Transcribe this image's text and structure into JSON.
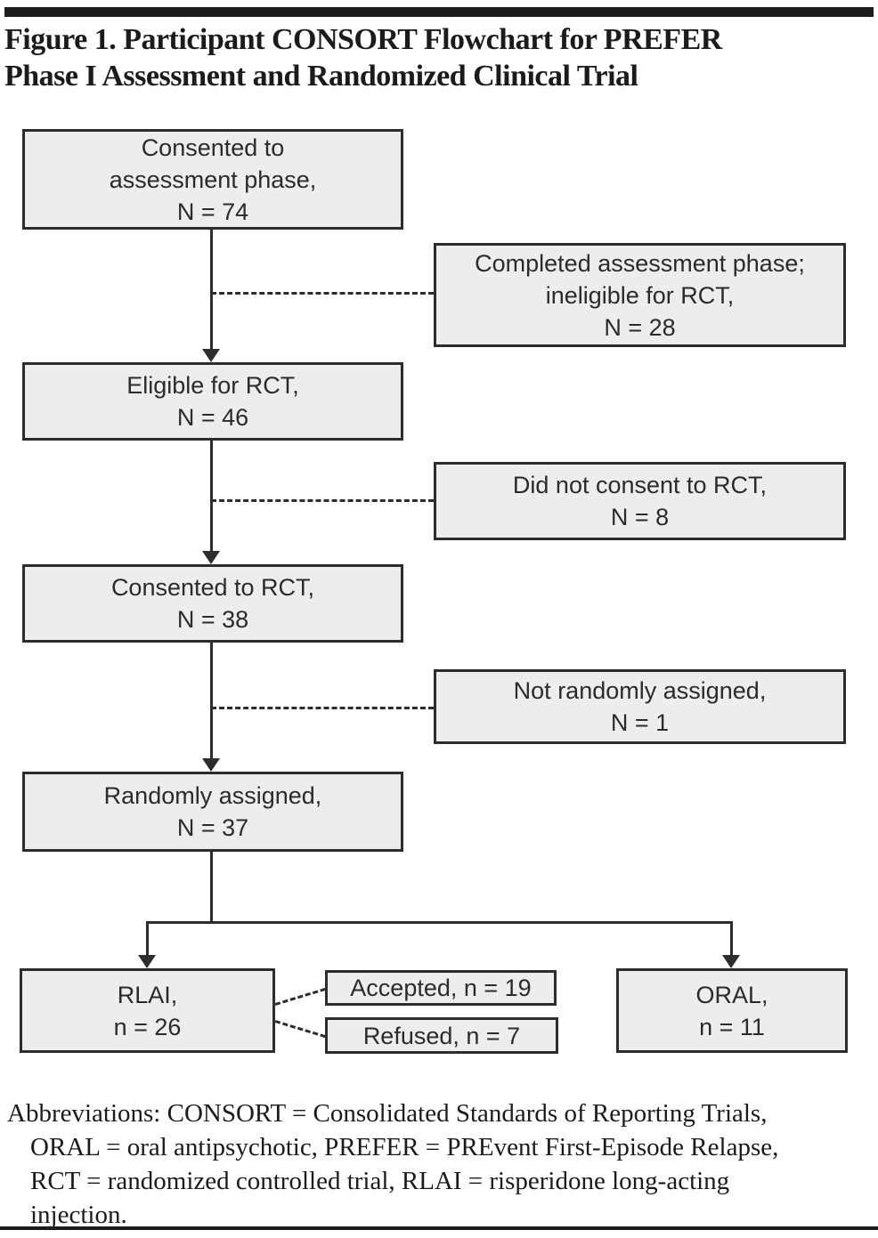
{
  "figure": {
    "title_lines": [
      "Figure 1. Participant CONSORT Flowchart for PREFER",
      "Phase I Assessment and Randomized Clinical Trial"
    ]
  },
  "flowchart": {
    "main_path": [
      {
        "id": "consented-assessment",
        "lines": [
          "Consented to",
          "assessment phase,",
          "N = 74"
        ]
      },
      {
        "id": "eligible-rct",
        "lines": [
          "Eligible for RCT,",
          "N = 46"
        ]
      },
      {
        "id": "consented-rct",
        "lines": [
          "Consented to RCT,",
          "N = 38"
        ]
      },
      {
        "id": "randomly-assigned",
        "lines": [
          "Randomly assigned,",
          "N = 37"
        ]
      }
    ],
    "exclusions": [
      {
        "id": "ineligible",
        "lines": [
          "Completed assessment phase;",
          "ineligible for RCT,",
          "N = 28"
        ]
      },
      {
        "id": "did-not-consent",
        "lines": [
          "Did not consent to RCT,",
          "N = 8"
        ]
      },
      {
        "id": "not-randomized",
        "lines": [
          "Not randomly assigned,",
          "N = 1"
        ]
      }
    ],
    "arms": [
      {
        "id": "rlai",
        "lines": [
          "RLAI,",
          "n = 26"
        ]
      },
      {
        "id": "oral",
        "lines": [
          "ORAL,",
          "n = 11"
        ]
      }
    ],
    "rlai_outcomes": [
      {
        "id": "accepted",
        "text": "Accepted, n = 19"
      },
      {
        "id": "refused",
        "text": "Refused, n = 7"
      }
    ]
  },
  "footnote_lines": [
    "Abbreviations: CONSORT = Consolidated Standards of Reporting Trials,",
    "ORAL = oral antipsychotic, PREFER = PREvent First-Episode Relapse,",
    "RCT = randomized controlled trial, RLAI = risperidone long-acting",
    "injection."
  ],
  "colors": {
    "box_fill": "#ededed",
    "box_border": "#2d2d2d",
    "line": "#2d2d2d",
    "text": "#2b2b2b",
    "rule": "#1c1c1c",
    "background": "#ffffff"
  }
}
